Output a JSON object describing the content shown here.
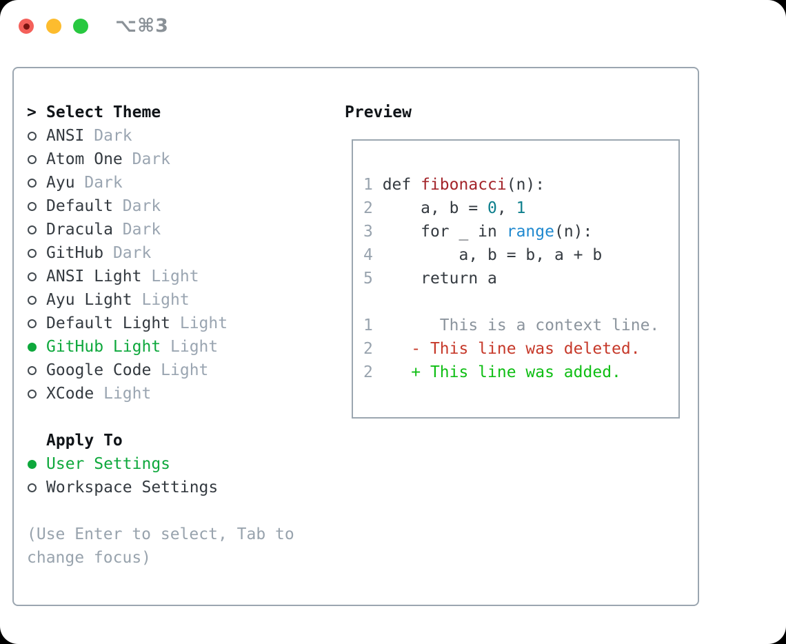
{
  "window": {
    "shortcut_label": "⌥⌘3"
  },
  "theme_selector": {
    "title_prefix": ">",
    "title": "Select Theme",
    "themes": [
      {
        "name": "ANSI",
        "variant": "Dark",
        "selected": false
      },
      {
        "name": "Atom One",
        "variant": "Dark",
        "selected": false
      },
      {
        "name": "Ayu",
        "variant": "Dark",
        "selected": false
      },
      {
        "name": "Default",
        "variant": "Dark",
        "selected": false
      },
      {
        "name": "Dracula",
        "variant": "Dark",
        "selected": false
      },
      {
        "name": "GitHub",
        "variant": "Dark",
        "selected": false
      },
      {
        "name": "ANSI Light",
        "variant": "Light",
        "selected": false
      },
      {
        "name": "Ayu Light",
        "variant": "Light",
        "selected": false
      },
      {
        "name": "Default Light",
        "variant": "Light",
        "selected": false
      },
      {
        "name": "GitHub Light",
        "variant": "Light",
        "selected": true
      },
      {
        "name": "Google Code",
        "variant": "Light",
        "selected": false
      },
      {
        "name": "XCode",
        "variant": "Light",
        "selected": false
      }
    ],
    "apply_to": {
      "title": "Apply To",
      "options": [
        {
          "name": "User Settings",
          "selected": true
        },
        {
          "name": "Workspace Settings",
          "selected": false
        }
      ]
    },
    "hint": "(Use Enter to select, Tab to change focus)"
  },
  "preview": {
    "title": "Preview",
    "lines": [
      [
        [
          "1",
          "num"
        ],
        [
          " def ",
          "plain"
        ],
        [
          "fibonacci",
          "func"
        ],
        [
          "(n):",
          "plain"
        ]
      ],
      [
        [
          "2",
          "num"
        ],
        [
          "     a, b = ",
          "plain"
        ],
        [
          "0",
          "number"
        ],
        [
          ", ",
          "plain"
        ],
        [
          "1",
          "number"
        ]
      ],
      [
        [
          "3",
          "num"
        ],
        [
          "     for _ in ",
          "plain"
        ],
        [
          "range",
          "builtin"
        ],
        [
          "(n):",
          "plain"
        ]
      ],
      [
        [
          "4",
          "num"
        ],
        [
          "         a, b = b, a + b",
          "plain"
        ]
      ],
      [
        [
          "5",
          "num"
        ],
        [
          "     return a",
          "plain"
        ]
      ],
      [],
      [
        [
          "1",
          "num"
        ],
        [
          "       This is a context line.",
          "context"
        ]
      ],
      [
        [
          "2",
          "num"
        ],
        [
          "    - This line was deleted.",
          "deleted"
        ]
      ],
      [
        [
          "2",
          "num"
        ],
        [
          "    + This line was added.",
          "added"
        ]
      ]
    ]
  },
  "colors": {
    "selected_green": "#0ea83c",
    "added_green": "#0fbe14",
    "deleted_red": "#c6392a",
    "function_red": "#a3242a",
    "number_teal": "#0c7e8c",
    "builtin_blue": "#2089cf",
    "muted_gray": "#98a3ad",
    "text_dark": "#343a40",
    "border_gray": "#9ba6b0",
    "traffic_close": "#f4605a",
    "traffic_min": "#fdbc2e",
    "traffic_zoom": "#28c840"
  }
}
